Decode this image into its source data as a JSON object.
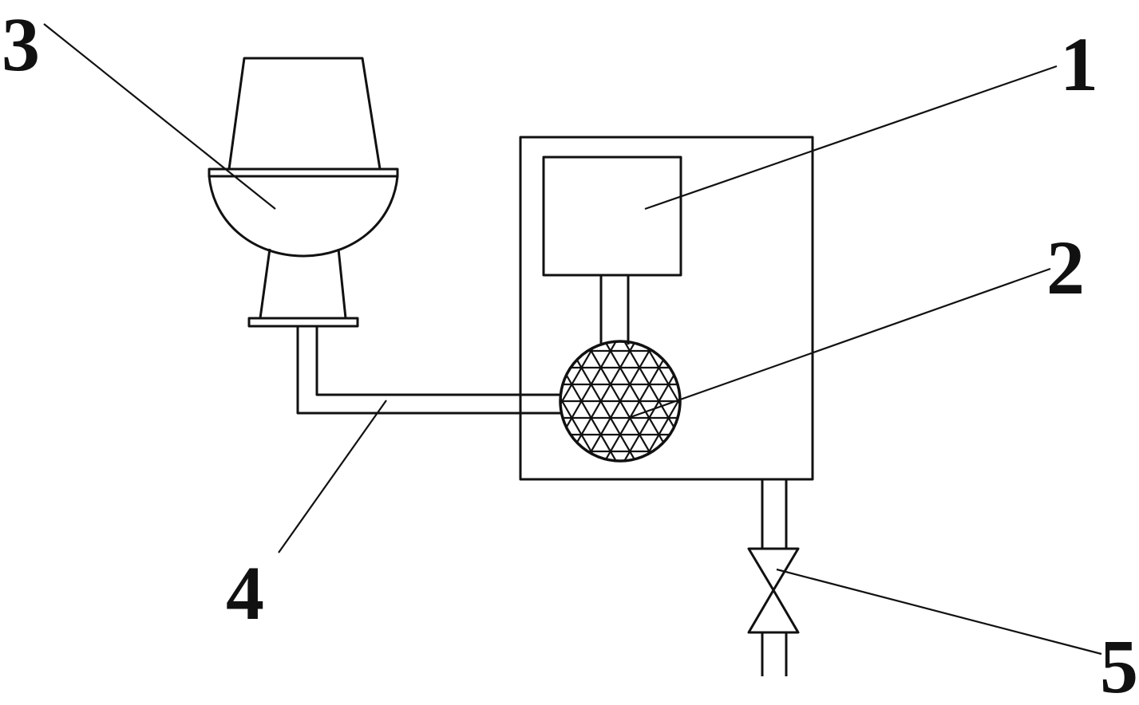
{
  "diagram": {
    "labels": {
      "one": "1",
      "two": "2",
      "three": "3",
      "four": "4",
      "five": "5"
    },
    "colors": {
      "ink": "#111111",
      "background": "#ffffff"
    }
  }
}
